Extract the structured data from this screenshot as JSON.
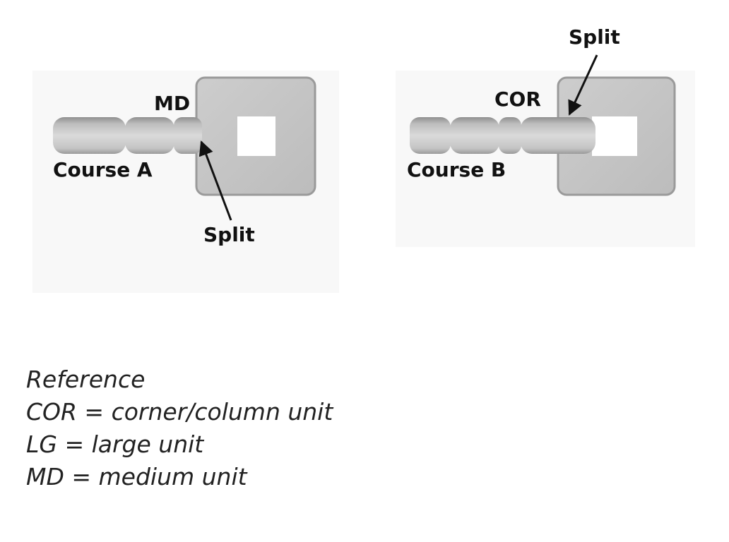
{
  "figure_a": {
    "course_label": "Course A",
    "unit_label": "MD",
    "split_label": "Split"
  },
  "figure_b": {
    "course_label": "Course B",
    "unit_label": "COR",
    "split_label": "Split"
  },
  "reference": {
    "heading": "Reference",
    "items": [
      "COR = corner/column unit",
      "LG = large unit",
      "MD = medium unit"
    ]
  },
  "colors": {
    "unit_fill": "#cfcfcf",
    "unit_edge": "#8a8a8a",
    "panel_bg": "#f8f8f8",
    "label": "#111111",
    "arrow": "#111111"
  }
}
